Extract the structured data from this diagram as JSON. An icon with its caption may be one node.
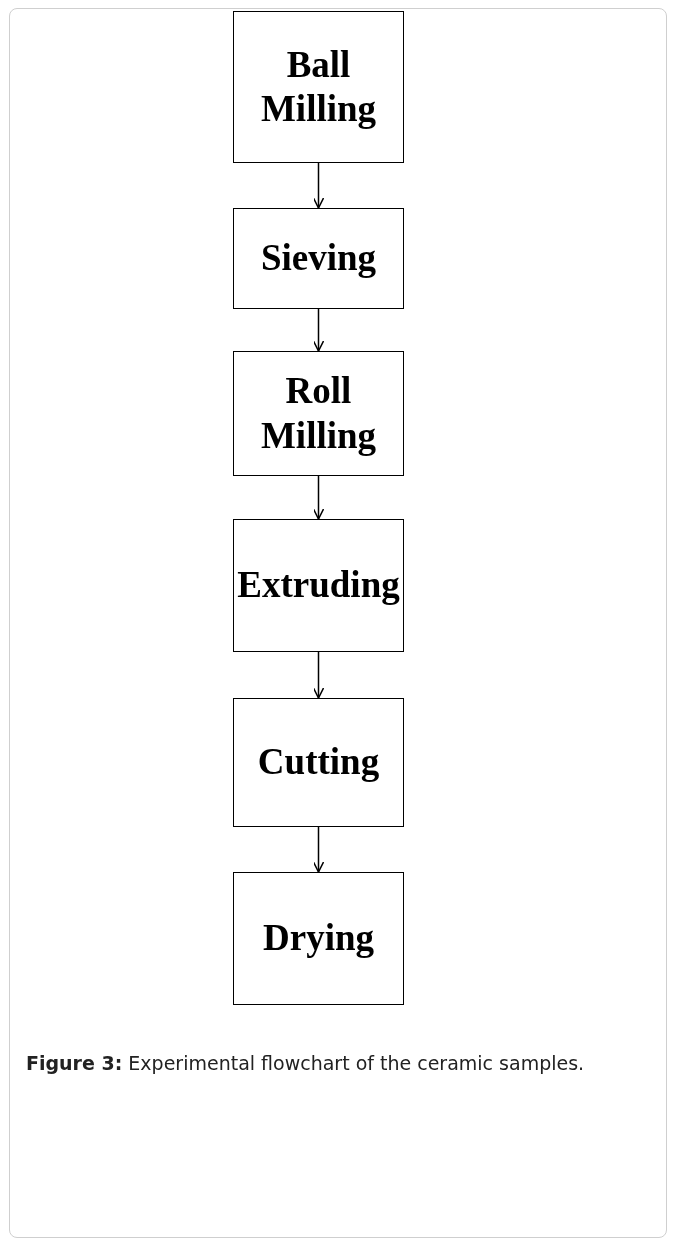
{
  "diagram": {
    "caption": "**Figure 3:** Experimental flowchart of the ceramic samples.",
    "nodes": [
      {
        "text": [
          "Ball Milling"
        ]
      },
      {
        "text": [
          "Sieving"
        ]
      },
      {
        "text": [
          "Roll Milling"
        ]
      },
      {
        "text": [
          "Extruding"
        ]
      },
      {
        "text": [
          "Cutting"
        ]
      },
      {
        "text": [
          "Drying"
        ]
      }
    ],
    "edges": [
      {
        "from": 0,
        "to": 1,
        "arrow": "to"
      },
      {
        "from": 1,
        "to": 2,
        "arrow": "to"
      },
      {
        "from": 2,
        "to": 3,
        "arrow": "to"
      },
      {
        "from": 3,
        "to": 4,
        "arrow": "to"
      },
      {
        "from": 4,
        "to": 5,
        "arrow": "to"
      }
    ]
  }
}
